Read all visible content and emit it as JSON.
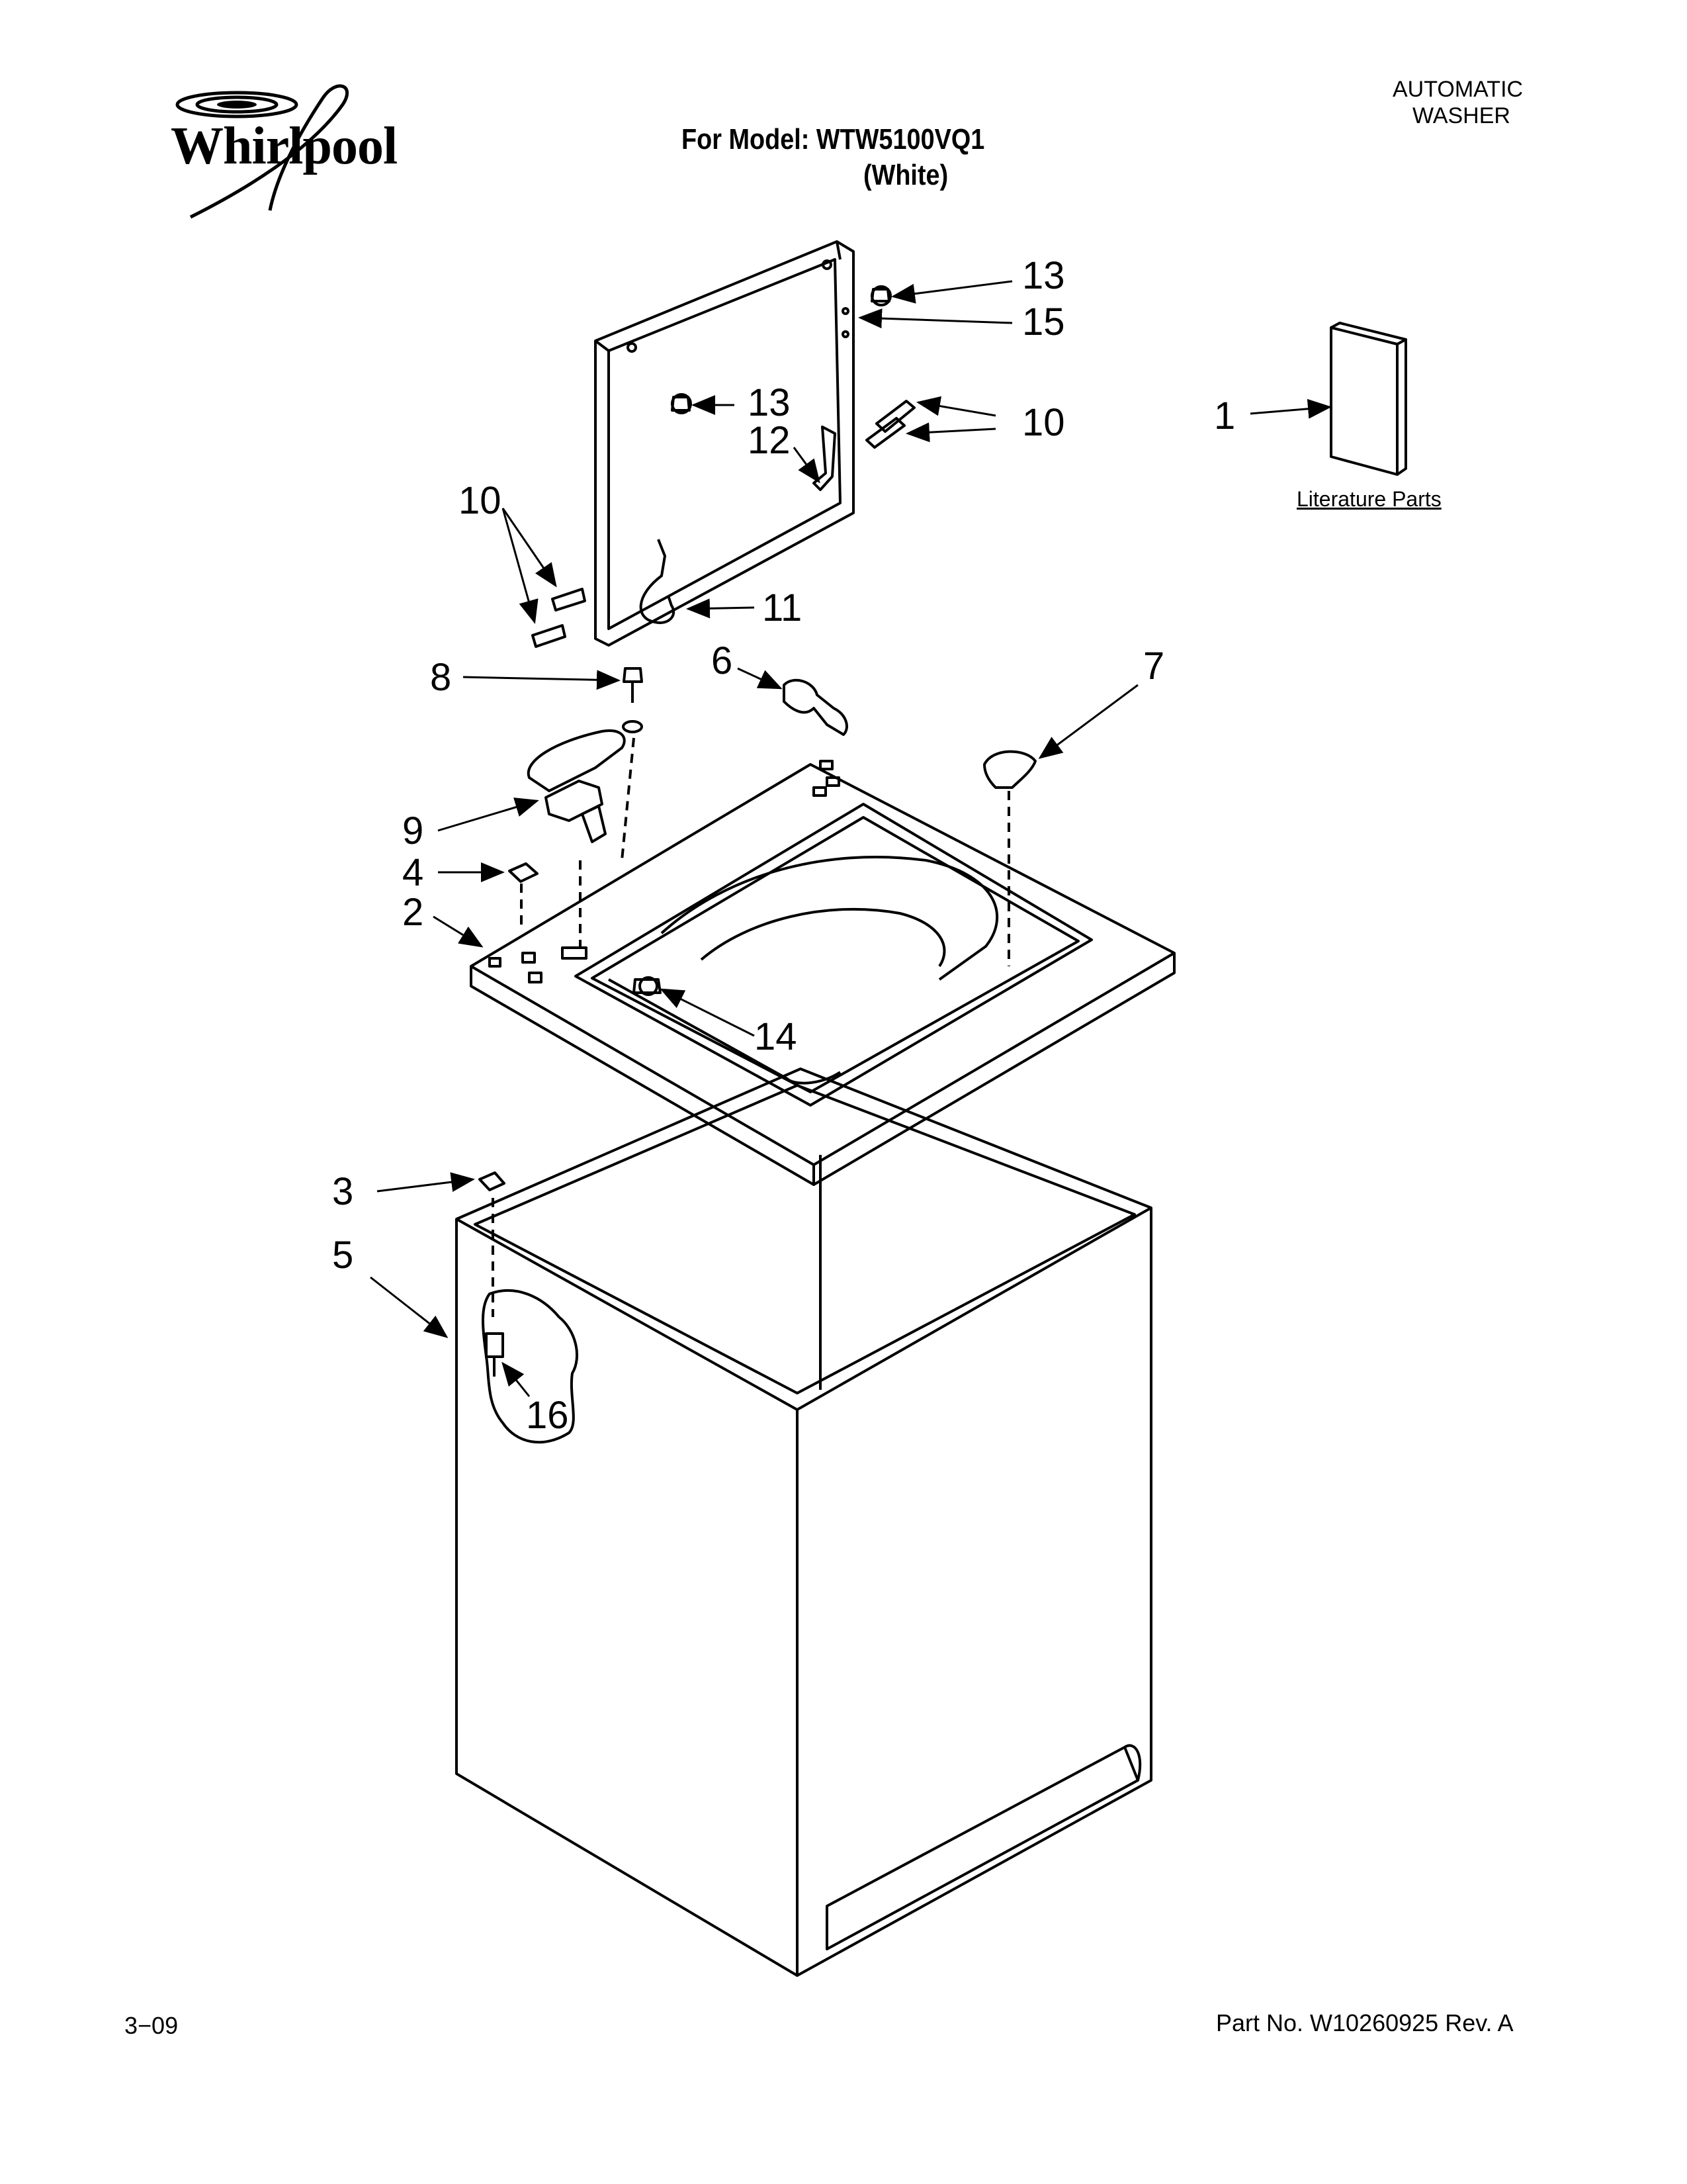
{
  "header": {
    "brand": "Whirlpool",
    "model_line": "For Model: WTW5100VQ1",
    "variant": "(White)",
    "category_line1": "AUTOMATIC",
    "category_line2": "WASHER"
  },
  "literature_label": "Literature Parts",
  "callouts": {
    "c1": "1",
    "c2": "2",
    "c3": "3",
    "c4": "4",
    "c5": "5",
    "c6": "6",
    "c7": "7",
    "c8": "8",
    "c9": "9",
    "c10a": "10",
    "c10b": "10",
    "c11": "11",
    "c12": "12",
    "c13a": "13",
    "c13b": "13",
    "c14": "14",
    "c15": "15",
    "c16": "16"
  },
  "footer": {
    "date": "3−09",
    "part_number": "Part No. W10260925 Rev. A"
  }
}
